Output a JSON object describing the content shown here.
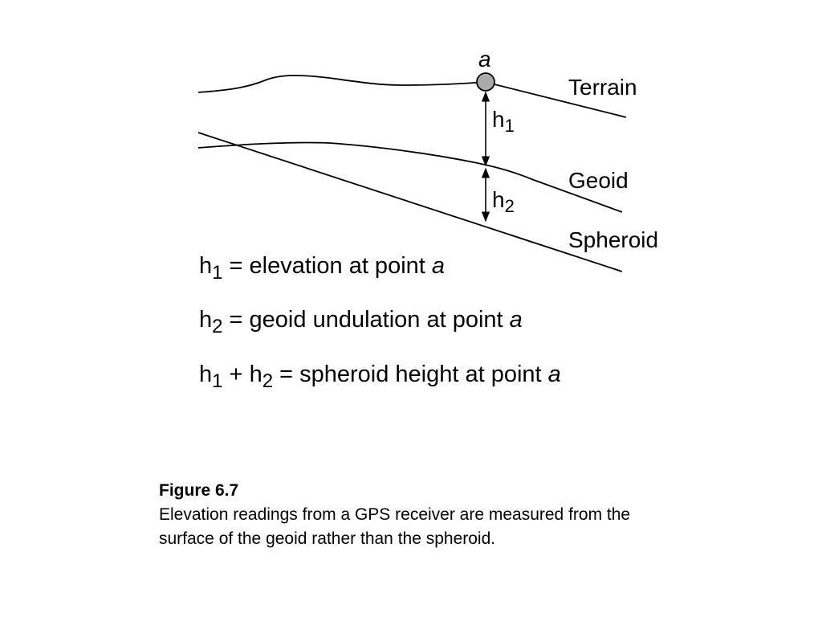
{
  "diagram": {
    "point_label": "a",
    "surfaces": {
      "terrain": "Terrain",
      "geoid": "Geoid",
      "spheroid": "Spheroid"
    },
    "h1_label": {
      "base": "h",
      "sub": "1"
    },
    "h2_label": {
      "base": "h",
      "sub": "2"
    },
    "point_fill": "#aaaaaa"
  },
  "equations": [
    {
      "base": "h",
      "sub": "1",
      "text": " = elevation at point ",
      "var": "a"
    },
    {
      "base": "h",
      "sub": "2",
      "text": " = geoid undulation at point ",
      "var": "a"
    },
    {
      "base1": "h",
      "sub1": "1",
      "op": " + ",
      "base2": "h",
      "sub2": "2",
      "text": " = spheroid height at point ",
      "var": "a"
    }
  ],
  "caption": {
    "title": "Figure 6.7",
    "body": "Elevation readings from a GPS receiver are measured from the surface of the geoid rather than the spheroid."
  }
}
